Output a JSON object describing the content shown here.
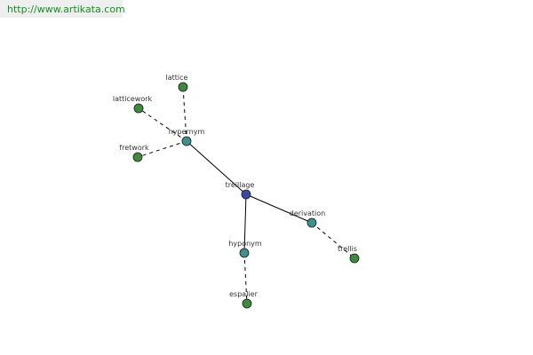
{
  "source_url": "http://www.artikata.com",
  "colors": {
    "url_text": "#1a8a2a",
    "url_bg": "#efefef",
    "center_node": "#3a4aa0",
    "relation_node": "#3f9090",
    "word_node": "#3f8a3f",
    "node_stroke": "#1a1a1a",
    "edge": "#000000"
  },
  "graph": {
    "nodes": [
      {
        "id": "treillage",
        "label": "treillage",
        "kind": "center"
      },
      {
        "id": "hypernym",
        "label": "hypernym",
        "kind": "relation"
      },
      {
        "id": "hyponym",
        "label": "hyponym",
        "kind": "relation"
      },
      {
        "id": "derivation",
        "label": "derivation",
        "kind": "relation"
      },
      {
        "id": "lattice",
        "label": "lattice",
        "kind": "word"
      },
      {
        "id": "latticework",
        "label": "latticework",
        "kind": "word"
      },
      {
        "id": "fretwork",
        "label": "fretwork",
        "kind": "word"
      },
      {
        "id": "espalier",
        "label": "espalier",
        "kind": "word"
      },
      {
        "id": "trellis",
        "label": "trellis",
        "kind": "word"
      }
    ],
    "edges": [
      {
        "from": "treillage",
        "to": "hypernym",
        "style": "solid"
      },
      {
        "from": "treillage",
        "to": "hyponym",
        "style": "solid"
      },
      {
        "from": "treillage",
        "to": "derivation",
        "style": "solid"
      },
      {
        "from": "hypernym",
        "to": "lattice",
        "style": "dashed"
      },
      {
        "from": "hypernym",
        "to": "latticework",
        "style": "dashed"
      },
      {
        "from": "hypernym",
        "to": "fretwork",
        "style": "dashed"
      },
      {
        "from": "hyponym",
        "to": "espalier",
        "style": "dashed"
      },
      {
        "from": "derivation",
        "to": "trellis",
        "style": "dashed"
      }
    ]
  }
}
